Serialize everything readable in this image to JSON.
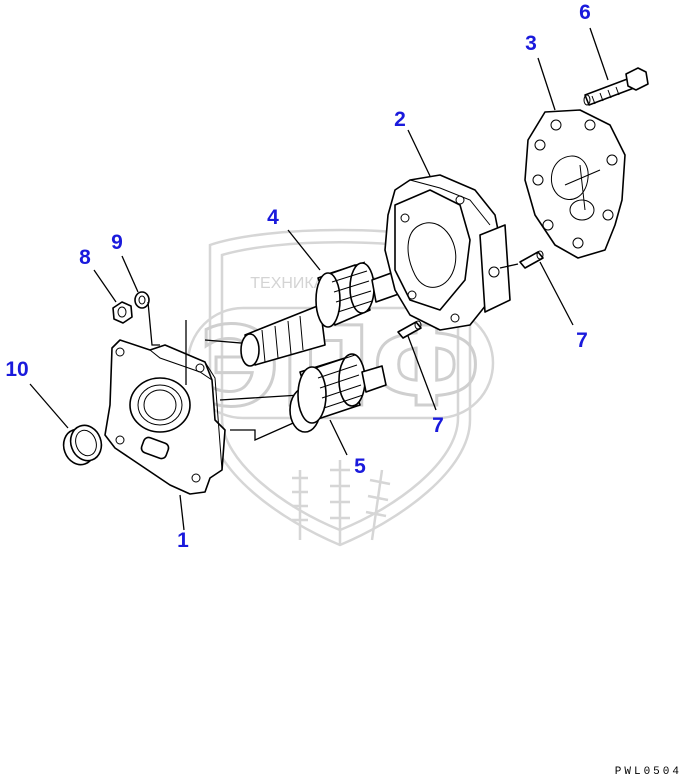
{
  "watermark": {
    "company_text": "ТЕХНИКА И ЗАПЧАСТИ",
    "logo_letters": "ЭПФ"
  },
  "labels": {
    "l1": "1",
    "l2": "2",
    "l3": "3",
    "l4": "4",
    "l5": "5",
    "l6": "6",
    "l7a": "7",
    "l7b": "7",
    "l8": "8",
    "l9": "9",
    "l10": "10"
  },
  "drawing_code": "PWL0504",
  "colors": {
    "label": "#1a1adc",
    "watermark": "#d4d4d4",
    "line": "#000000"
  }
}
